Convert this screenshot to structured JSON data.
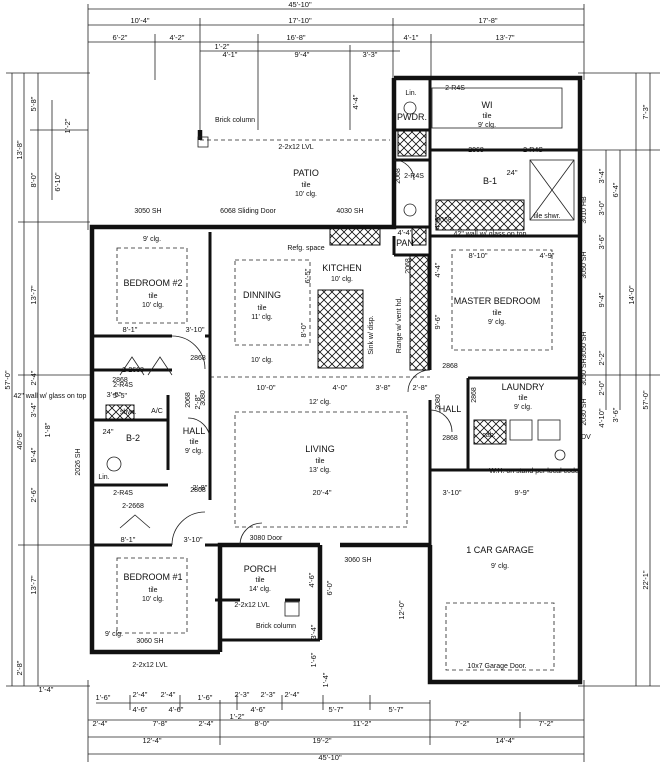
{
  "dimensions": {
    "top": [
      "45'-10\"",
      "10'-4\"",
      "17'-10\"",
      "17'-8\"",
      "6'-2\"",
      "4'-2\"",
      "16'-8\"",
      "4'-1\"",
      "13'-7\"",
      "1'-2\"",
      "4'-1\"",
      "9'-4\"",
      "3'-3\""
    ],
    "bottom": [
      "1'-6\"",
      "2'-4\"",
      "2'-4\"",
      "1'-6\"",
      "2'-3\"",
      "2'-3\"",
      "2'-4\"",
      "4'-6\"",
      "4'-6\"",
      "4'-6\"",
      "5'-7\"",
      "5'-7\"",
      "2'-4\"",
      "7'-8\"",
      "2'-4\"",
      "1'-2\"",
      "8'-0\"",
      "11'-2\"",
      "7'-2\"",
      "7'-2\"",
      "12'-4\"",
      "19'-2\"",
      "14'-4\"",
      "45'-10\"",
      "1'-4\"",
      "2'-8\"",
      "1'-4\""
    ],
    "left": [
      "5'-8\"",
      "13'-8\"",
      "1'-2\"",
      "8'-0\"",
      "6'-10\"",
      "13'-7\"",
      "57'-0\"",
      "2'-4\"",
      "3'-4\"",
      "1'-8\"",
      "5'-4\"",
      "40'-8\"",
      "2'-6\"",
      "13'-7\""
    ],
    "right": [
      "7'-3\"",
      "3'-4\"",
      "6'-4\"",
      "3'-0\"",
      "3'-6\"",
      "14'-0\"",
      "9'-4\"",
      "2'-2\"",
      "57'-0\"",
      "2'-0\"",
      "4'-10\"",
      "3'-6\"",
      "22'-1\""
    ],
    "interior": [
      "4'-4\"",
      "24\"",
      "4'-4\"",
      "8'-10\"",
      "4'-9\"",
      "4'-4\"",
      "8'-1\"",
      "3'-10\"",
      "10'-0\"",
      "4'-0\"",
      "3'-8\"",
      "2'-8\"",
      "2'-8\"",
      "20'-4\"",
      "3'-10\"",
      "9'-9\"",
      "8'-1\"",
      "3'-10\"",
      "4'-6\"",
      "6'-0\"",
      "12'-0\"",
      "3'-4\"",
      "1'-6\"",
      "6'-5\"",
      "8'-0\"",
      "4'-9\"",
      "9'-6\"",
      "24\"",
      "3'-5\"",
      "2'-8\""
    ]
  },
  "rooms": {
    "patio": {
      "name": "PATIO",
      "l1": "tile",
      "l2": "10' clg."
    },
    "bedroom2": {
      "name": "BEDROOM #2",
      "l1": "tile",
      "l2": "10' clg."
    },
    "dinning": {
      "name": "DINNING",
      "l1": "tile",
      "l2": "11' clg."
    },
    "kitchen": {
      "name": "KITCHEN",
      "l1": "10' clg."
    },
    "master": {
      "name": "MASTER BEDROOM",
      "l1": "tile",
      "l2": "9' clg."
    },
    "living": {
      "name": "LIVING",
      "l1": "tile",
      "l2": "13' clg."
    },
    "laundry": {
      "name": "LAUNDRY",
      "l1": "tile",
      "l2": "9' clg."
    },
    "hall_left": {
      "name": "HALL",
      "l1": "tile",
      "l2": "9' clg."
    },
    "hall_right": {
      "name": "HALL"
    },
    "b2": {
      "name": "B-2"
    },
    "b1": {
      "name": "B-1"
    },
    "wi": {
      "name": "WI",
      "l1": "tile",
      "l2": "9' clg."
    },
    "pwdr": {
      "name": "PWDR."
    },
    "pan": {
      "name": "PAN"
    },
    "bedroom1": {
      "name": "BEDROOM #1",
      "l1": "tile",
      "l2": "10' clg."
    },
    "porch": {
      "name": "PORCH",
      "l1": "tile",
      "l2": "14' clg."
    },
    "garage": {
      "name": "1 CAR GARAGE",
      "l1": "9' clg."
    }
  },
  "notes": {
    "brick_column_top": "Brick column",
    "lvl_patio": "2-2x12 LVL",
    "hdr_3050": "3050 SH",
    "sliding_door": "6068 Sliding Door",
    "hdr_4030": "4030 SH",
    "clg_9_bed2": "9' clg.",
    "clg_10_din": "10' clg.",
    "clg_12_liv": "12' clg.",
    "refg_space": "Refg. space",
    "sink": "Sink w/ disp.",
    "range": "Range w/ vent hd.",
    "glass_42_right": "42\" wall w/ glass on top",
    "glass_42_left": "42\" wall w/ glass on top",
    "tile_shwr": "tile shwr.",
    "shwr": "shwr.",
    "lin": "Lin.",
    "lin2": "Lin.",
    "ac": "A/C",
    "dv": "DV",
    "cab": "cab.",
    "wh": "W.H. on stand per local code.",
    "door_3080": "3080 Door",
    "hdr_3060": "3060 SH",
    "brick_column_bot": "Brick column",
    "lvl_porch": "2-2x12 LVL",
    "lvl_bed1": "2-2x12 LVL",
    "hdr_3060_bed1": "3060 SH",
    "garage_door": "10x7 Garage Door.",
    "clg_9_bed1": "9' clg.",
    "code_2868_a": "2868",
    "code_2868_b": "2868",
    "code_2868_c": "2868",
    "code_2868_d": "2868",
    "code_2868_e": "2868",
    "code_2868_f": "2868",
    "code_2668_a": "2-2668",
    "code_2668_b": "2-2668",
    "code_2068_a": "2068",
    "code_2068_b": "2068",
    "code_2068_c": "2068",
    "code_2068_d": "2068",
    "code_2068_e": "2068",
    "r4s_1": "2-R4S",
    "r4s_2": "2-R4S",
    "r4s_3": "2-R4S",
    "r4s_4": "2-R4S",
    "r4s_5": "2-R4S",
    "code_3080": "3080",
    "code_3080b": "3080",
    "hdr_3010": "3010 HB",
    "hdr_3050r": "3050 SH",
    "hdr_3050r2": "3050 SH",
    "hdr_3050r3": "3050 SH",
    "hdr_2030": "2030 SH",
    "hdr_2026": "2026 SH",
    "s5": "5'-5\""
  }
}
